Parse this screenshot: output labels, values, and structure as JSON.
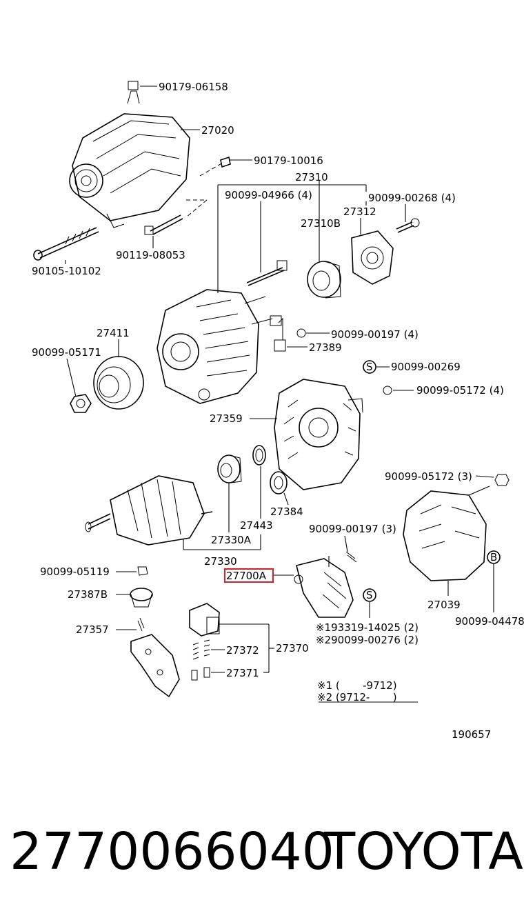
{
  "diagram": {
    "labels": {
      "p_90179_06158": "90179-06158",
      "p_27020": "27020",
      "p_90179_10016": "90179-10016",
      "p_27310": "27310",
      "p_90099_04966": "90099-04966 (4)",
      "p_90099_00268": "90099-00268 (4)",
      "p_27312": "27312",
      "p_27310B": "27310B",
      "p_90105_10102": "90105-10102",
      "p_90119_08053": "90119-08053",
      "p_27411": "27411",
      "p_90099_05171": "90099-05171",
      "p_90099_00197_a": "90099-00197 (4)",
      "p_27389": "27389",
      "p_s_marker_a": "S",
      "p_90099_00269": "90099-00269",
      "p_90099_05172_a": "90099-05172 (4)",
      "p_27359": "27359",
      "p_90099_05172_b": "90099-05172 (3)",
      "p_27384": "27384",
      "p_27443": "27443",
      "p_27330A": "27330A",
      "p_27330": "27330",
      "p_90099_00197_b": "90099-00197 (3)",
      "p_b_marker": "B",
      "p_90099_05119": "90099-05119",
      "p_27700A": "27700A",
      "p_27387B": "27387B",
      "p_s_marker_b": "S",
      "p_27039": "27039",
      "p_90099_04478": "90099-04478",
      "p_193319_14025": "※193319-14025 (2)",
      "p_90099_00276": "※290099-00276 (2)",
      "p_27357": "27357",
      "p_27372": "27372",
      "p_27370": "27370",
      "p_27371": "27371",
      "note_1": "※1 (       -9712)",
      "note_2": "※2 (9712-       )",
      "diagram_id": "190657"
    },
    "highlight_color": "#d92020"
  },
  "footer": {
    "part_number": "2770066040",
    "brand": "TOYOTA"
  }
}
